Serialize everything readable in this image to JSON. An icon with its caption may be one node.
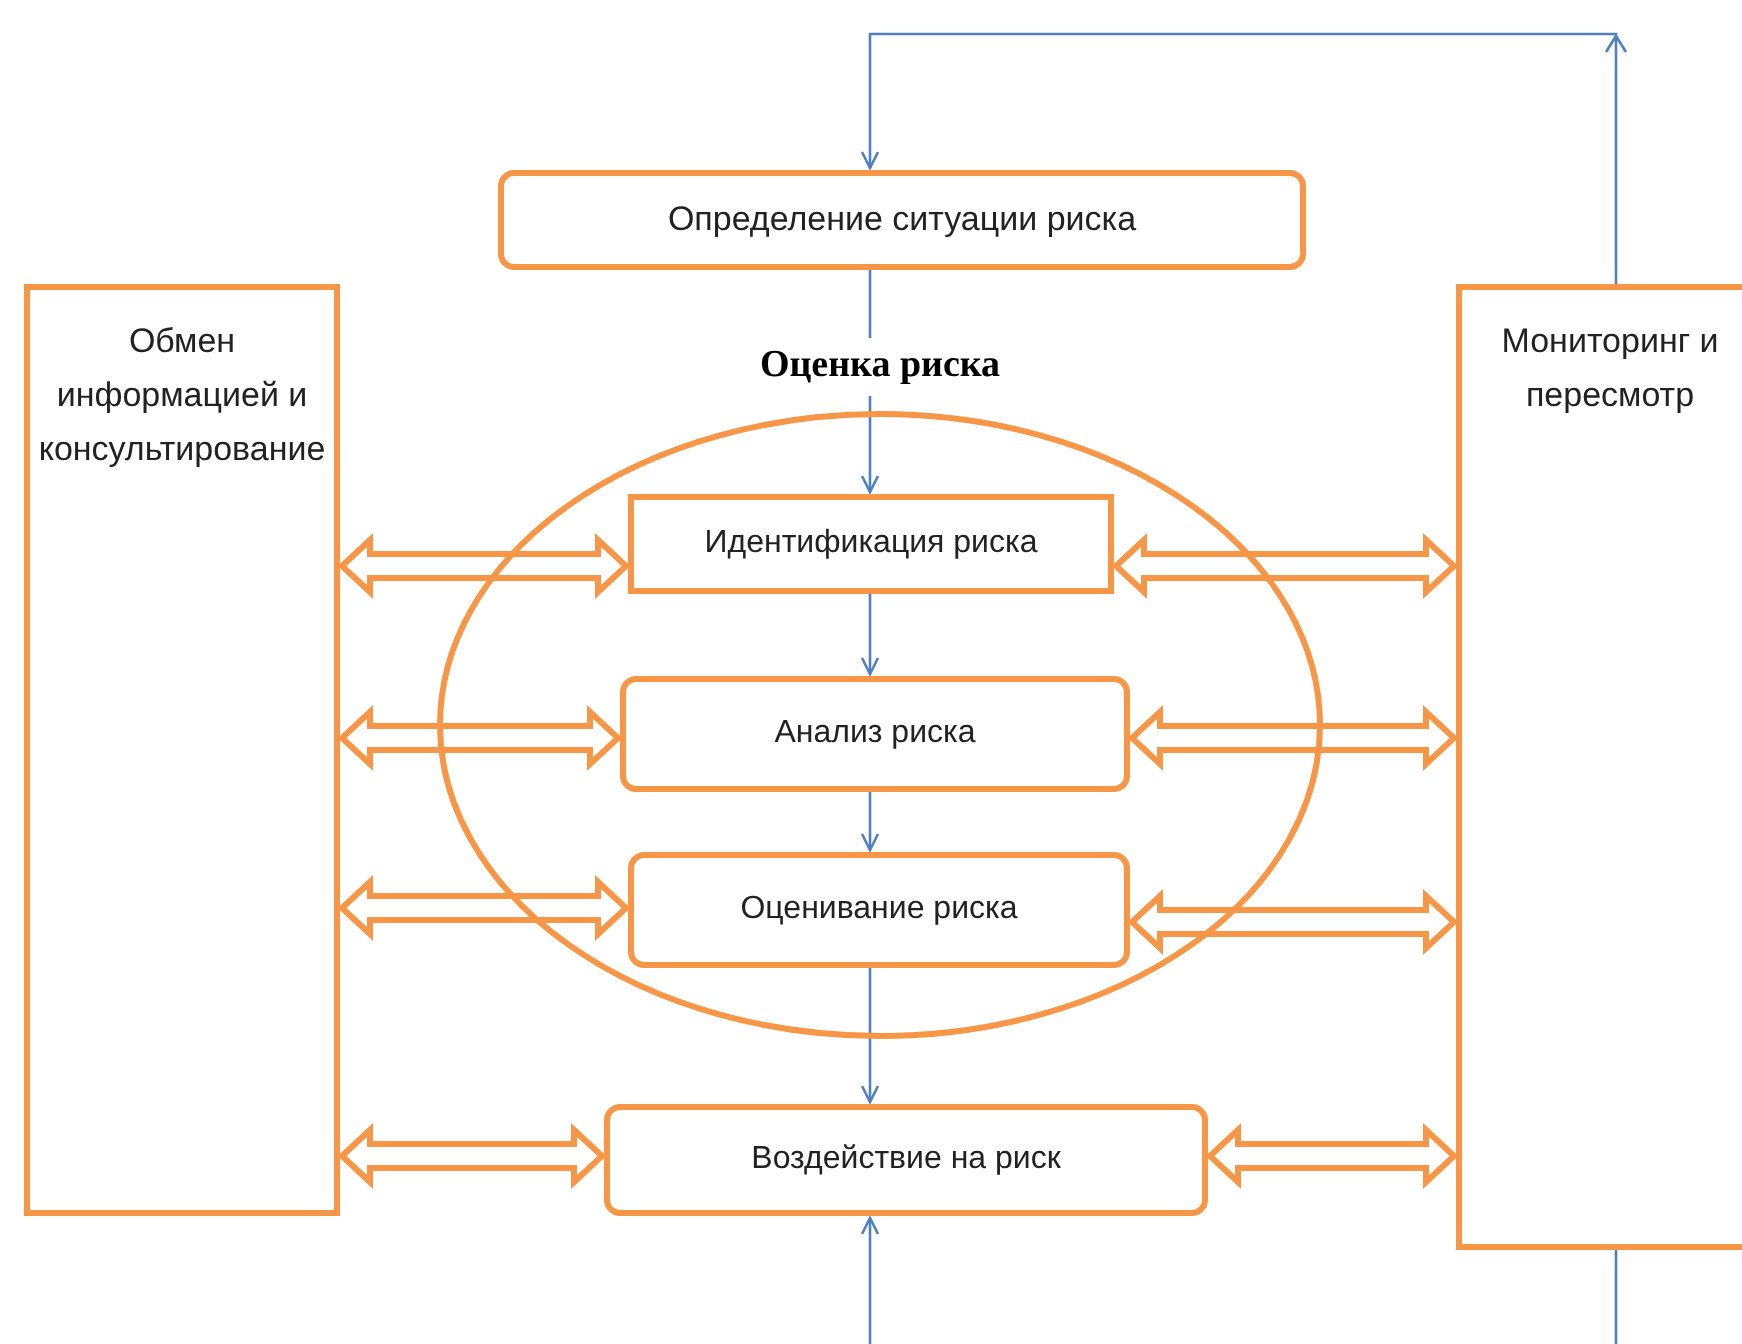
{
  "diagram": {
    "nodes": [
      {
        "text": [
          "Определение ситуации риска"
        ]
      },
      {
        "text": [
          "Обмен информацией и консультирование"
        ]
      },
      {
        "text": [
          "Мониторинг и пересмотр"
        ]
      },
      {
        "text": [
          "Оценка риска"
        ]
      },
      {
        "text": [
          "Идентификация риска"
        ],
        "in": 3
      },
      {
        "text": [
          "Анализ риска"
        ],
        "in": 3
      },
      {
        "text": [
          "Оценивание риска"
        ],
        "in": 3
      },
      {
        "text": [
          "Воздействие на риск"
        ]
      }
    ],
    "edges": [
      {
        "from": 2,
        "to": 0,
        "arrow": "to",
        "color": "#4f81bd"
      },
      {
        "from": 0,
        "to": 4,
        "arrow": "to",
        "color": "#4f81bd"
      },
      {
        "from": 4,
        "to": 5,
        "arrow": "to",
        "color": "#4f81bd"
      },
      {
        "from": 5,
        "to": 6,
        "arrow": "to",
        "color": "#4f81bd"
      },
      {
        "from": 6,
        "to": 7,
        "arrow": "to",
        "color": "#4f81bd"
      },
      {
        "from": null,
        "to": 7,
        "arrow": "to",
        "color": "#4f81bd"
      },
      {
        "from": 2,
        "to": null,
        "arrow": "none",
        "color": "#4f81bd"
      },
      {
        "from": 1,
        "to": 4,
        "arrow": "both",
        "style": "thick"
      },
      {
        "from": 1,
        "to": 5,
        "arrow": "both",
        "style": "thick"
      },
      {
        "from": 1,
        "to": 6,
        "arrow": "both",
        "style": "thick"
      },
      {
        "from": 1,
        "to": 7,
        "arrow": "both",
        "style": "thick"
      },
      {
        "from": 4,
        "to": 2,
        "arrow": "both",
        "style": "thick"
      },
      {
        "from": 5,
        "to": 2,
        "arrow": "both",
        "style": "thick"
      },
      {
        "from": 6,
        "to": 2,
        "arrow": "both",
        "style": "thick"
      },
      {
        "from": 7,
        "to": 2,
        "arrow": "both",
        "style": "thick"
      }
    ]
  }
}
